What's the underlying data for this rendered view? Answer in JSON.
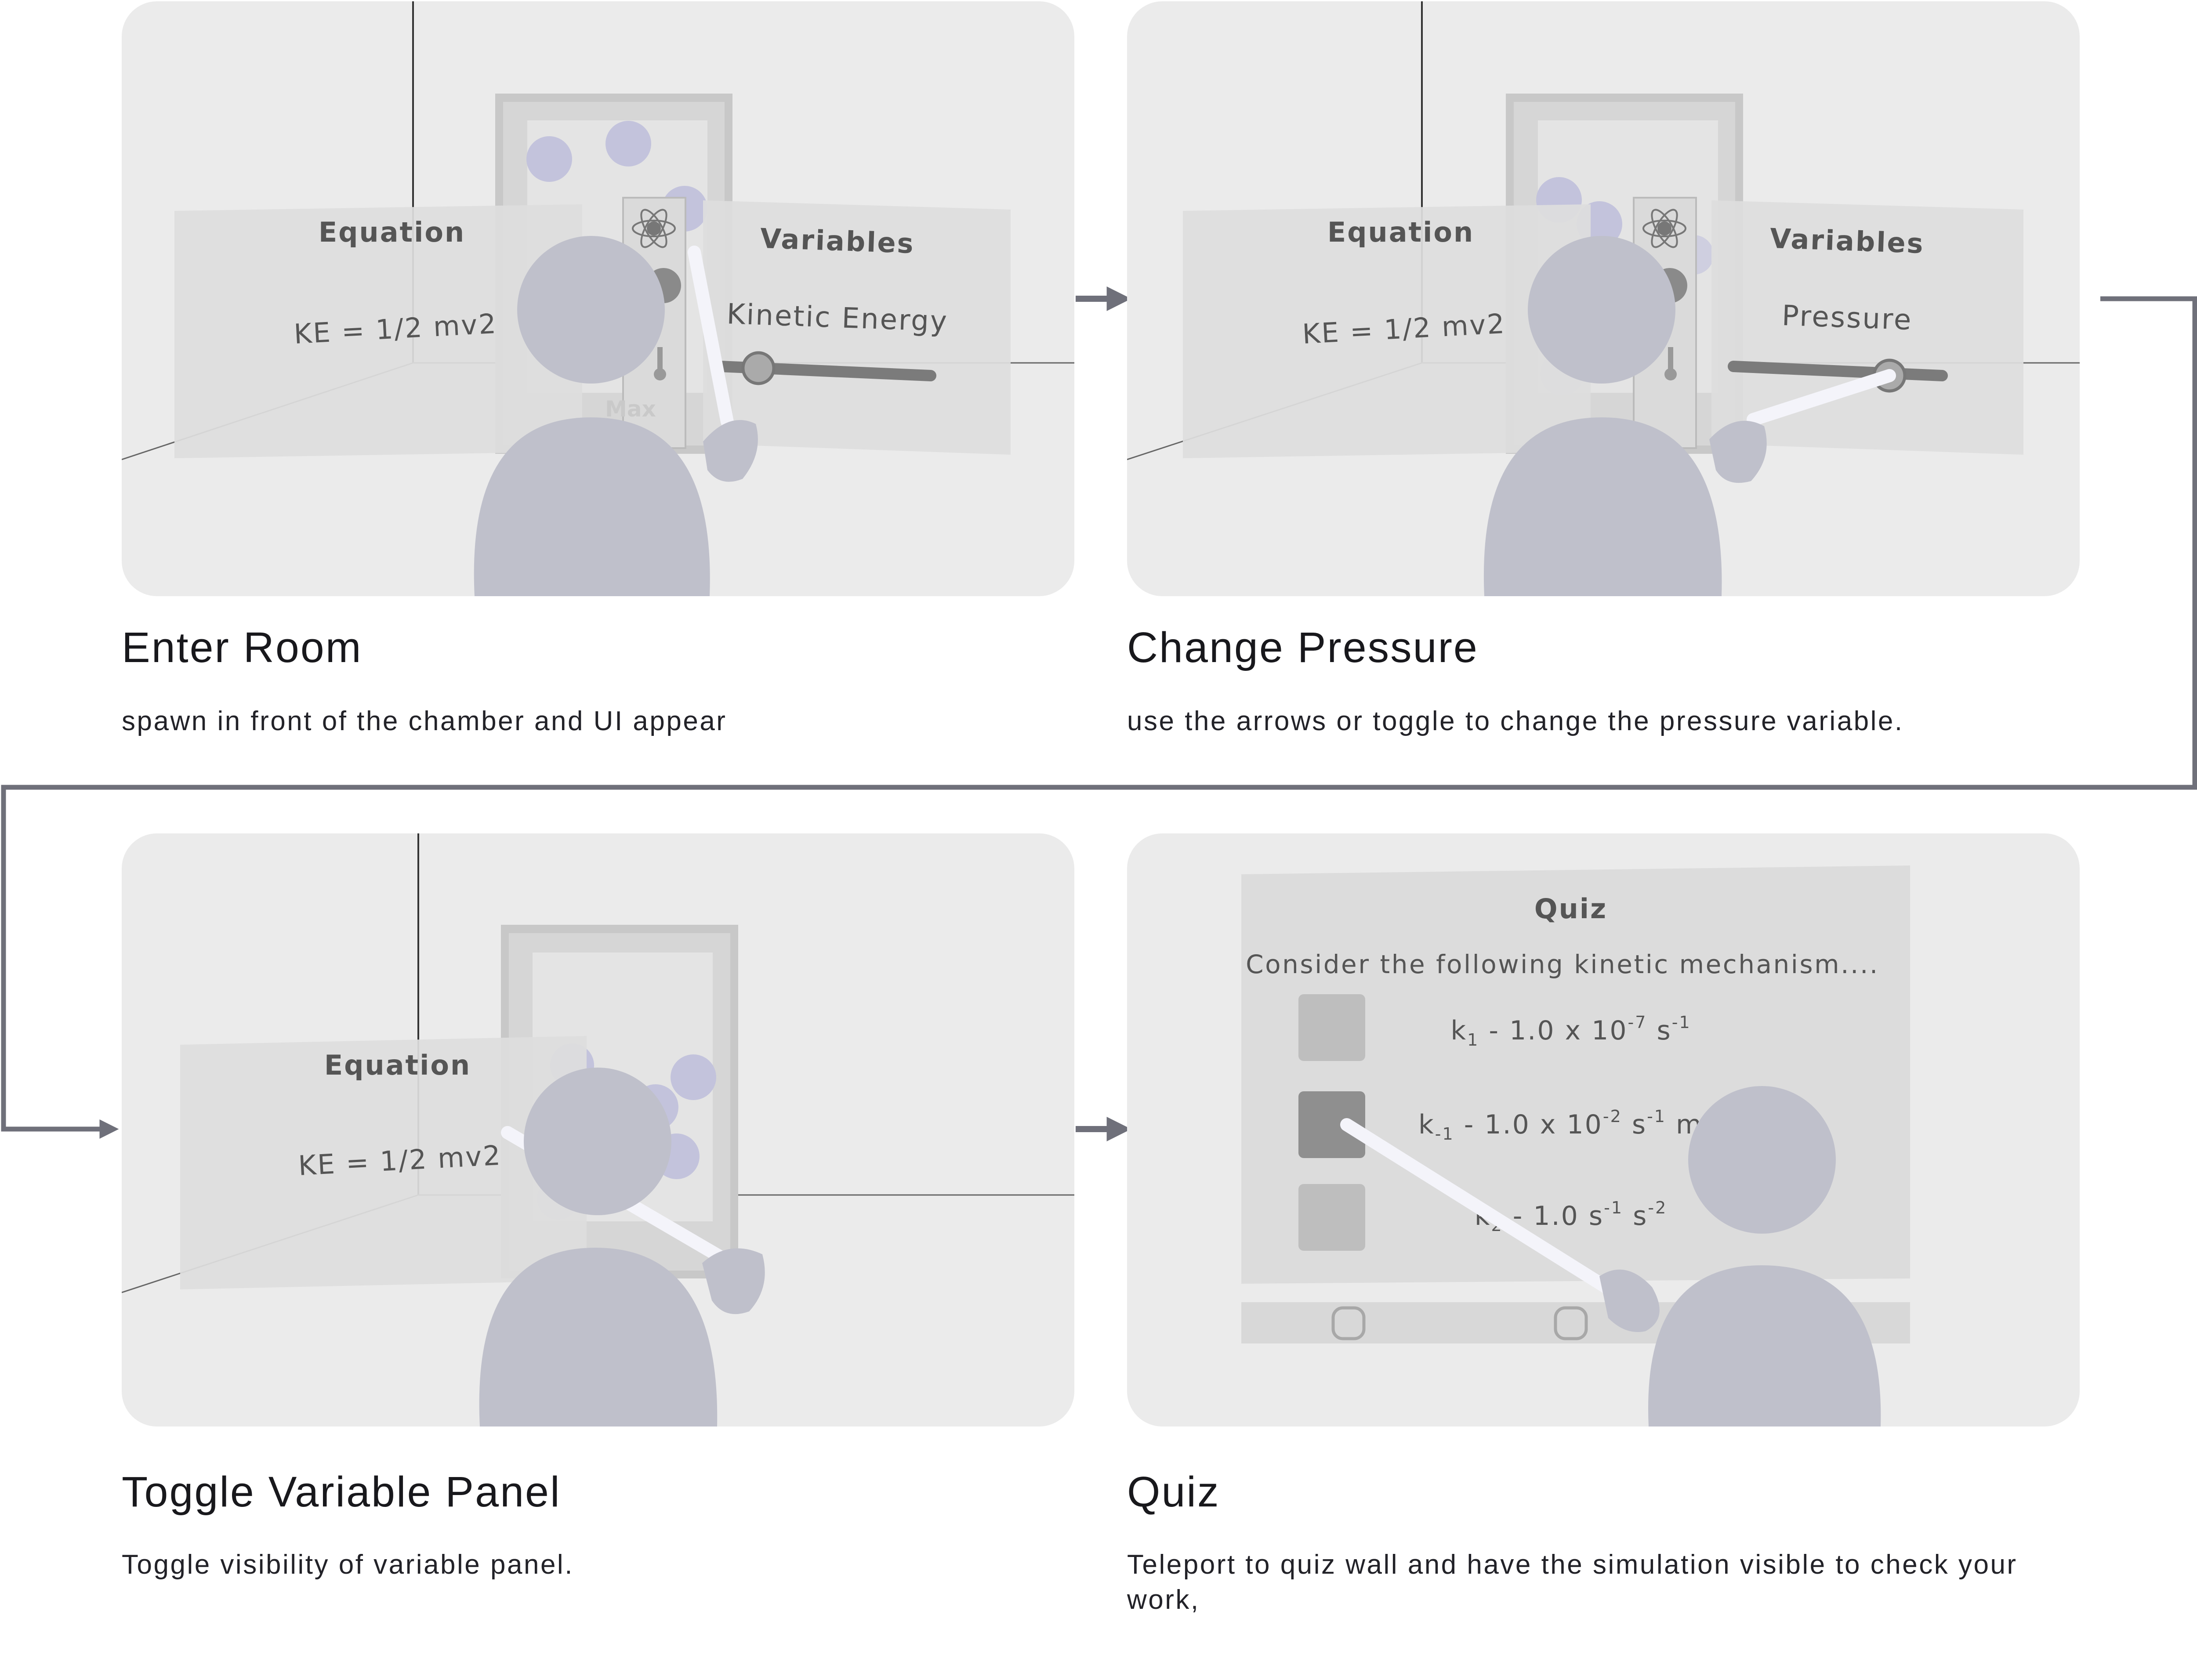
{
  "panels": [
    {
      "title": "Enter Room",
      "description": "spawn in front of the chamber and UI appear",
      "equation_label": "Equation",
      "equation": "KE = 1/2 mv2",
      "variables_label": "Variables",
      "variable_name": "Kinetic Energy",
      "max_label": "Max"
    },
    {
      "title": "Change Pressure",
      "description": "use the arrows or toggle to change the pressure variable.",
      "equation_label": "Equation",
      "equation": "KE = 1/2 mv2",
      "variables_label": "Variables",
      "variable_name": "Pressure"
    },
    {
      "title": "Toggle Variable Panel",
      "description": "Toggle visibility of variable panel.",
      "equation_label": "Equation",
      "equation": "KE = 1/2 mv2"
    },
    {
      "title": "Quiz",
      "description": "Teleport to quiz wall and have the simulation visible to check your work,",
      "quiz_title": "Quiz",
      "quiz_prompt": "Consider the following kinetic mechanism....",
      "options": [
        {
          "k": "k",
          "k_sub": "1",
          "text": " - 1.0 x 10",
          "exp": "-7",
          "unit": " s",
          "unit_exp": "-1",
          "tail": ""
        },
        {
          "k": "k",
          "k_sub": "-1",
          "text": " - 1.0 x 10",
          "exp": "-2",
          "unit": " s",
          "unit_exp": "-1",
          "tail": " m"
        },
        {
          "k": "k",
          "k_sub": "2",
          "text": " - 1.0 s",
          "exp": "-1",
          "unit": " s",
          "unit_exp": "-2",
          "tail": ""
        }
      ]
    }
  ],
  "colors": {
    "card": "#ebebeb",
    "panel": "#dcdcdc",
    "avatar": "#bfc0cb",
    "molecule": "#c3c3dc",
    "connector": "#6f707a",
    "text_dark": "#555555"
  }
}
